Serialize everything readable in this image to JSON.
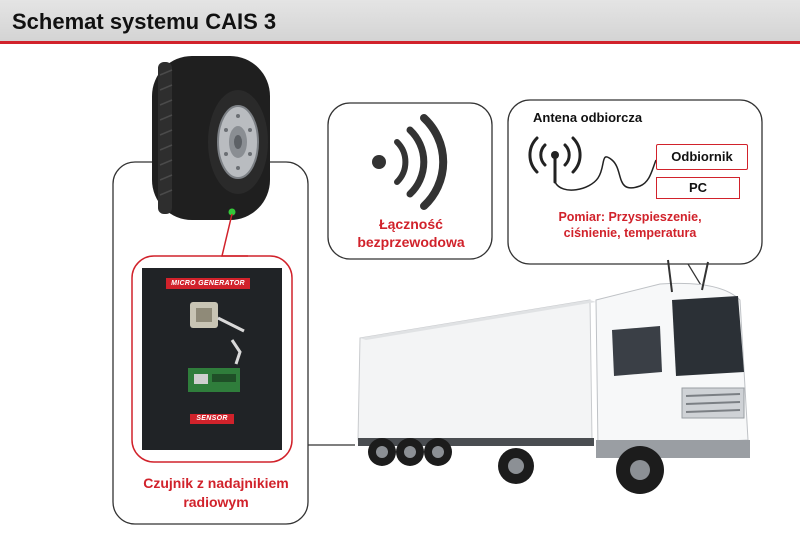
{
  "header": {
    "title": "Schemat systemu CAIS 3"
  },
  "sensor_box": {
    "label_line1": "Czujnik  z nadajnikiem",
    "label_line2": "radiowym",
    "photo_labels": {
      "generator": "MICRO GENERATOR",
      "sensor": "SENSOR"
    }
  },
  "wireless_box": {
    "label_line1": "Łączność",
    "label_line2": "bezprzewodowa"
  },
  "receiver_box": {
    "antenna_label": "Antena odbiorcza",
    "receiver_label": "Odbiornik",
    "pc_label": "PC",
    "measurement_line1": "Pomiar: Przyspieszenie,",
    "measurement_line2": "ciśnienie, temperatura"
  },
  "colors": {
    "accent": "#d1222b",
    "header_bg": "#dcdcdc"
  }
}
